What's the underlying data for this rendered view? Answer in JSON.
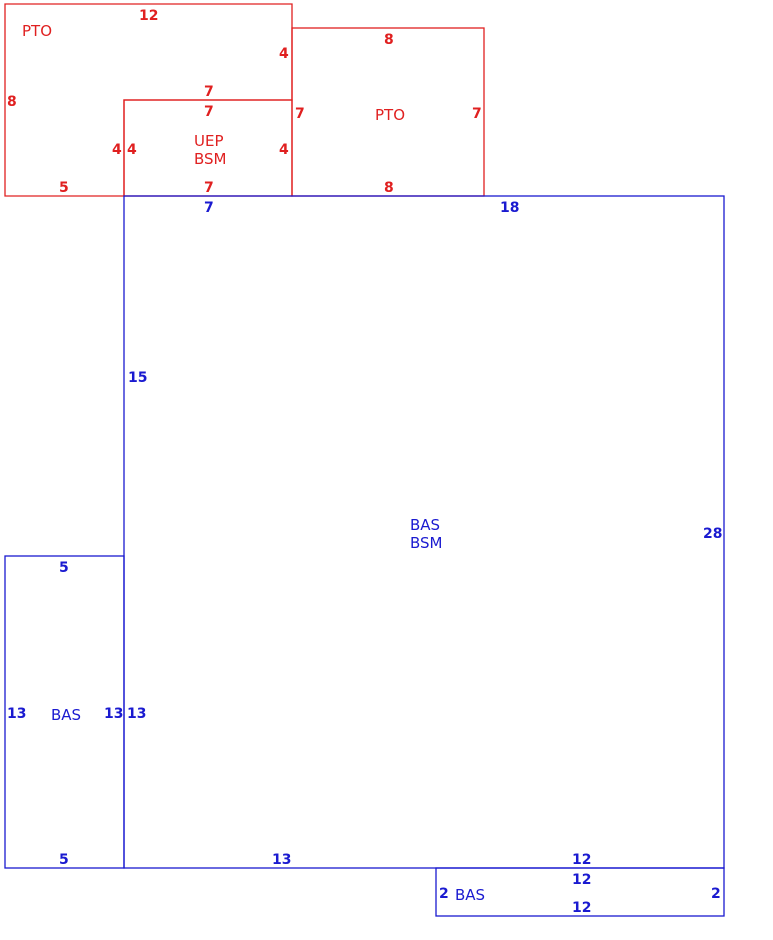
{
  "colors": {
    "red": "#e02020",
    "blue": "#1a1ad0"
  },
  "areas": {
    "pto_left": {
      "label": "PTO"
    },
    "uep": {
      "label_1": "UEP",
      "label_2": "BSM"
    },
    "pto_right": {
      "label": "PTO"
    },
    "bas_main": {
      "label_1": "BAS",
      "label_2": "BSM"
    },
    "bas_left": {
      "label": "BAS"
    },
    "bas_bottom": {
      "label": "BAS"
    }
  },
  "dimensions": {
    "pto_left": {
      "top": "12",
      "left": "8",
      "right": "4",
      "bottom": "5",
      "step_top": "7",
      "step_left": "4"
    },
    "uep": {
      "top": "7",
      "left": "4",
      "right": "4",
      "bottom": "7"
    },
    "pto_right": {
      "top": "8",
      "left": "7",
      "right": "7",
      "bottom": "8"
    },
    "bas_main": {
      "top_uep": "7",
      "top": "18",
      "left": "15",
      "right": "28",
      "bottom_left": "13",
      "bottom_right": "12",
      "left_lower": "13"
    },
    "bas_left": {
      "top": "5",
      "left": "13",
      "right": "13",
      "bottom": "5"
    },
    "bas_bottom": {
      "top": "12",
      "left": "2",
      "right": "2",
      "bottom": "12"
    }
  }
}
